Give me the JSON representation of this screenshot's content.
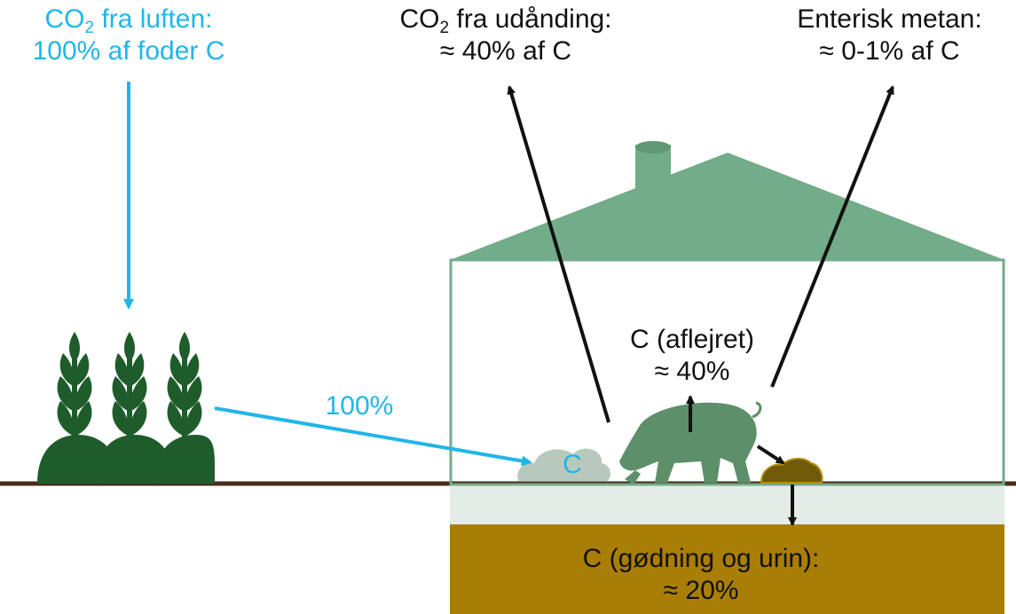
{
  "colors": {
    "air_co2": "#21b6e8",
    "house": "#72ac88",
    "pig": "#5c8f6a",
    "plant": "#1f5c2c",
    "feed": "#b7c9bc",
    "manure_pile": "#6f5a08",
    "manure_store": "#a97e04",
    "slurry_layer": "#e3ece6",
    "ground": "#4a2c1a",
    "arrow": "#111111"
  },
  "labels": {
    "air": {
      "prefix": "CO",
      "sub": "2",
      "suffix": " fra luften:",
      "line2": "100% af foder C"
    },
    "respiration": {
      "prefix": "CO",
      "sub": "2",
      "suffix": " fra udånding:",
      "line2": "≈ 40% af C"
    },
    "methane": {
      "line1": "Enterisk metan:",
      "line2": "≈ 0-1% af C"
    },
    "deposited": {
      "line1": "C (aflejret)",
      "line2": "≈ 40%"
    },
    "feed_flow": "100%",
    "feed_c": "C",
    "manure": {
      "line1": "C (gødning og urin):",
      "line2": "≈ 20%"
    }
  },
  "icons": {
    "plants": "wheat-plant-icon",
    "barn": "barn-icon",
    "pig": "pig-icon",
    "feed": "feed-pile-icon",
    "manure": "manure-pile-icon"
  }
}
